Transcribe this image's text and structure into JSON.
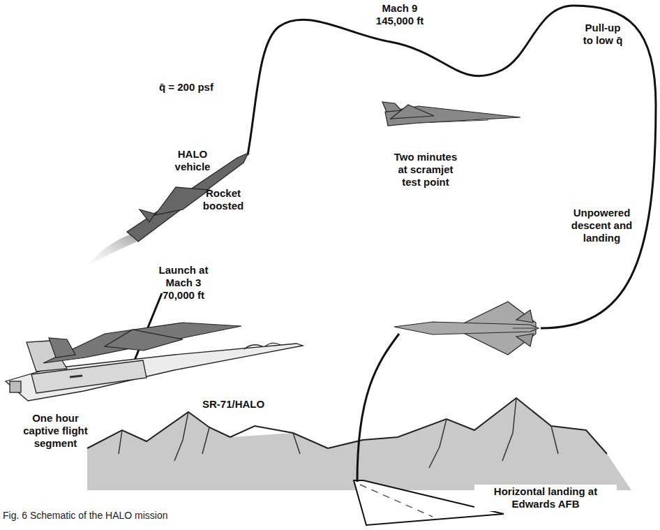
{
  "diagram": {
    "caption": "Fig. 6 Schematic of the HALO mission",
    "labels": [
      "Mach 9 145,000 ft",
      "q̄ = 200 psf",
      "Pull-up to low q̄",
      "HALO vehicle",
      "Rocket boosted",
      "Two minutes at scramjet test point",
      "Unpowered descent and landing",
      "Launch at Mach 3 70,000 ft",
      "SR-71/HALO",
      "One hour captive flight segment",
      "Horizontal landing at Edwards AFB"
    ]
  }
}
